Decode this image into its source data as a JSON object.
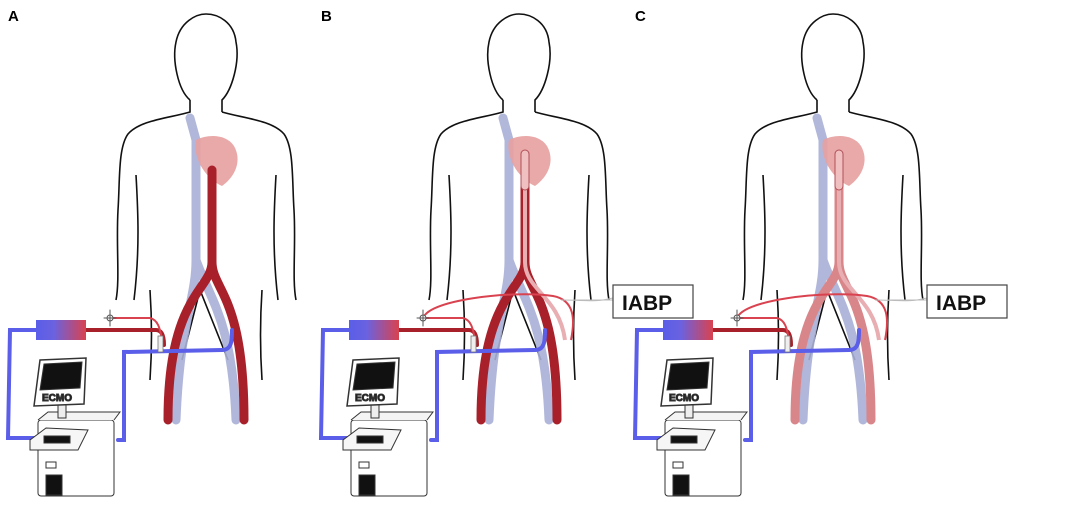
{
  "panels": [
    {
      "label": "A",
      "iabp": false,
      "pale_artery": false
    },
    {
      "label": "B",
      "iabp": true,
      "pale_artery": false
    },
    {
      "label": "C",
      "iabp": true,
      "pale_artery": true
    }
  ],
  "device_label": "ECMO",
  "iabp_label": "IABP",
  "colors": {
    "artery": "#a8202a",
    "artery_pale": "#d9868a",
    "vein": "#a9b0d6",
    "venous_line": "#5a5ee8",
    "arterial_line": "#d9424f",
    "heart": "#e8a0a0"
  }
}
